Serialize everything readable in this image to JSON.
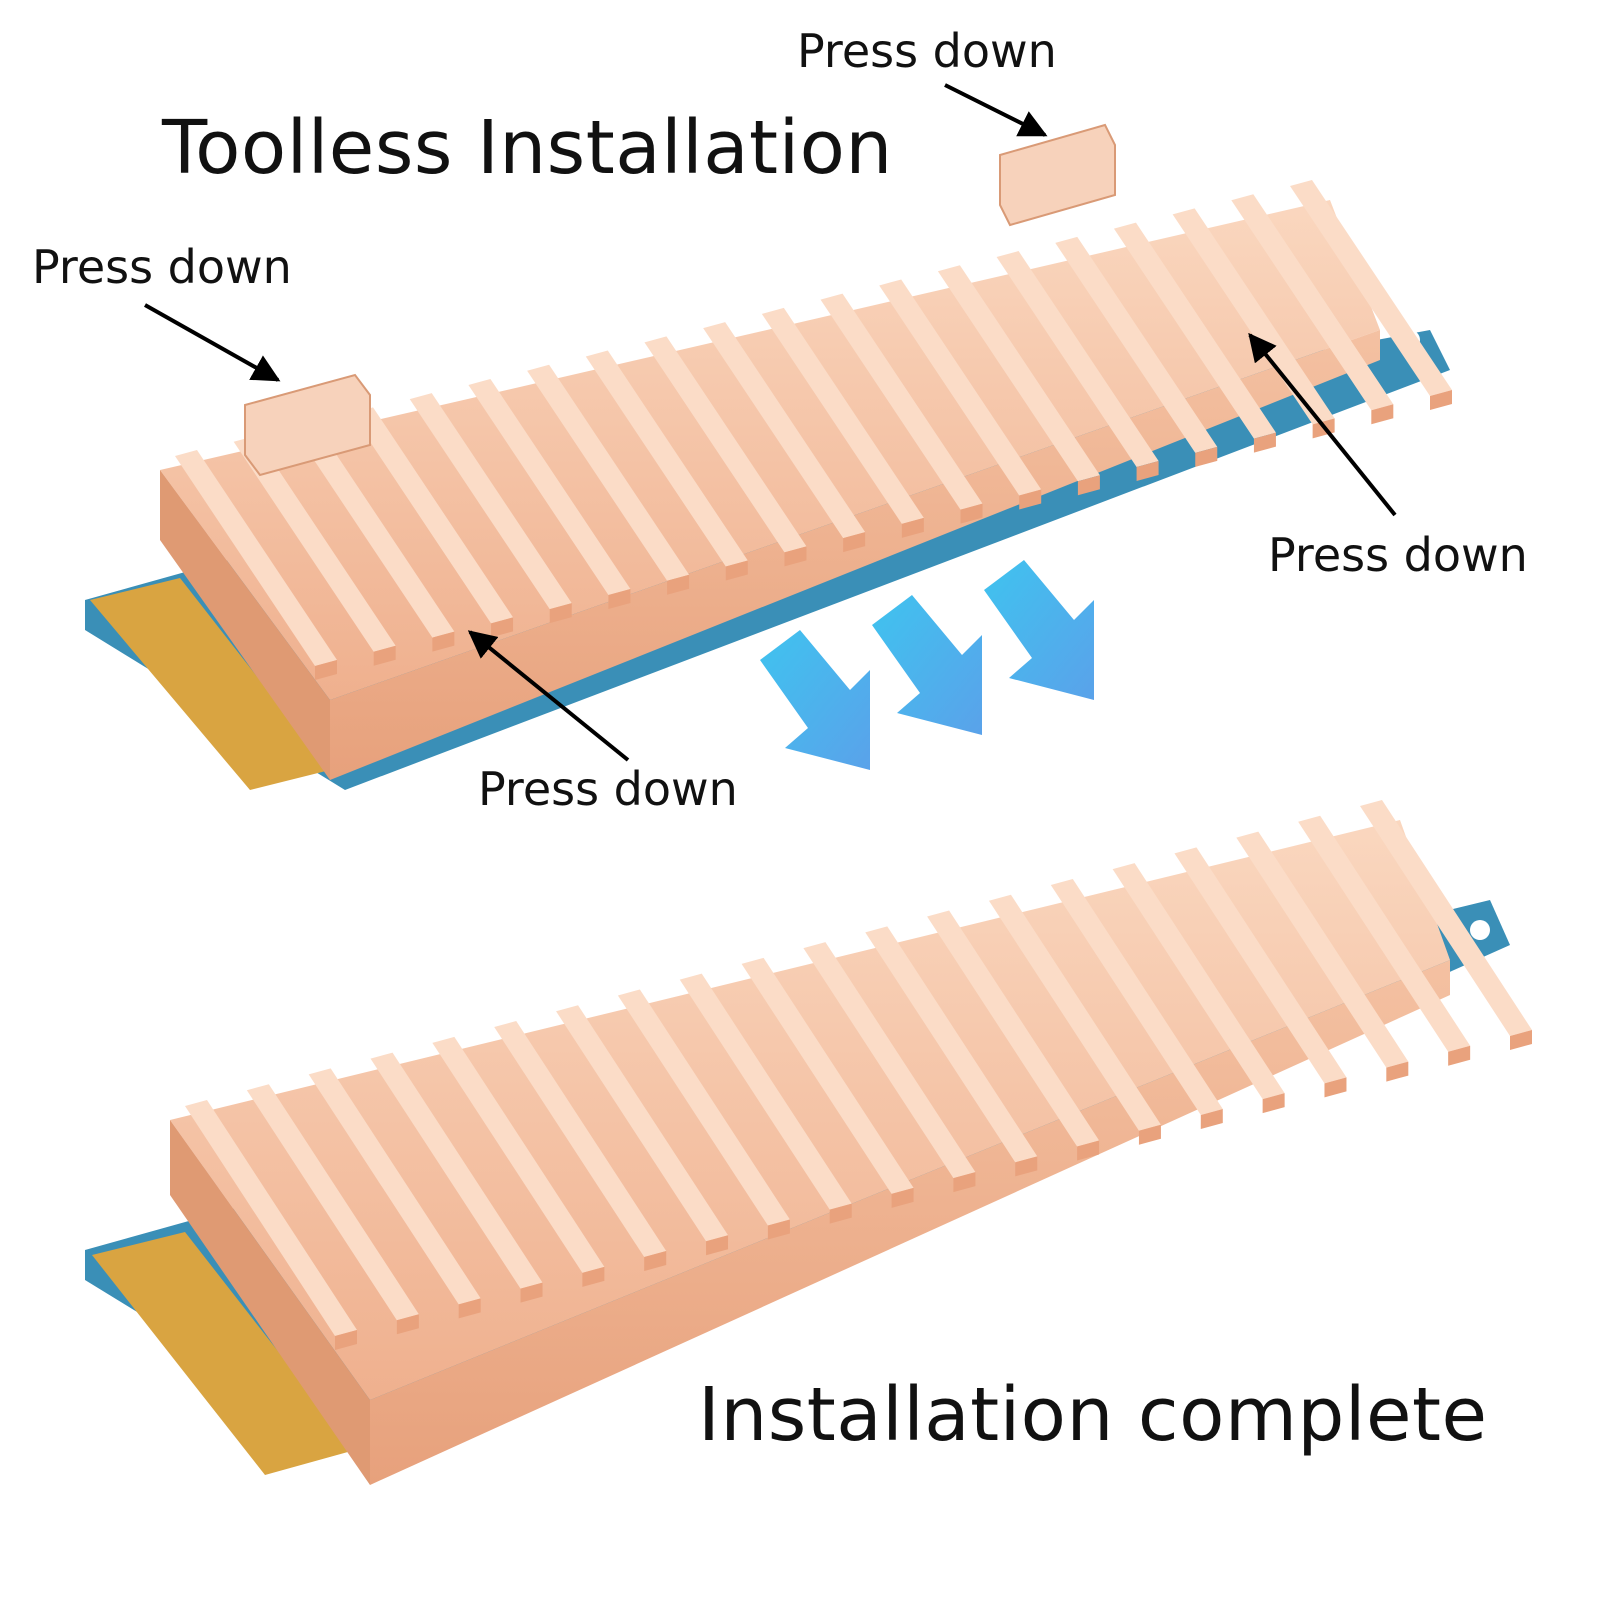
{
  "labels": {
    "title_top": "Toolless Installation",
    "title_bottom": "Installation complete",
    "press_down_top": "Press down",
    "press_down_left": "Press down",
    "press_down_right": "Press down",
    "press_down_center": "Press down"
  },
  "colors": {
    "copper_light": "#f6cbb0",
    "copper_mid": "#eba783",
    "copper_dark": "#c9734d",
    "pcb_blue": "#3a8fb7",
    "gold_contacts": "#d9a441",
    "arrow_blue_light": "#46c2ee",
    "arrow_blue_dark": "#5ba6ea",
    "callout_arrow": "#000000",
    "thermal_pad": "#e8ecf4"
  },
  "icons": {
    "flow_arrows": "arrow-down-right-icon"
  }
}
